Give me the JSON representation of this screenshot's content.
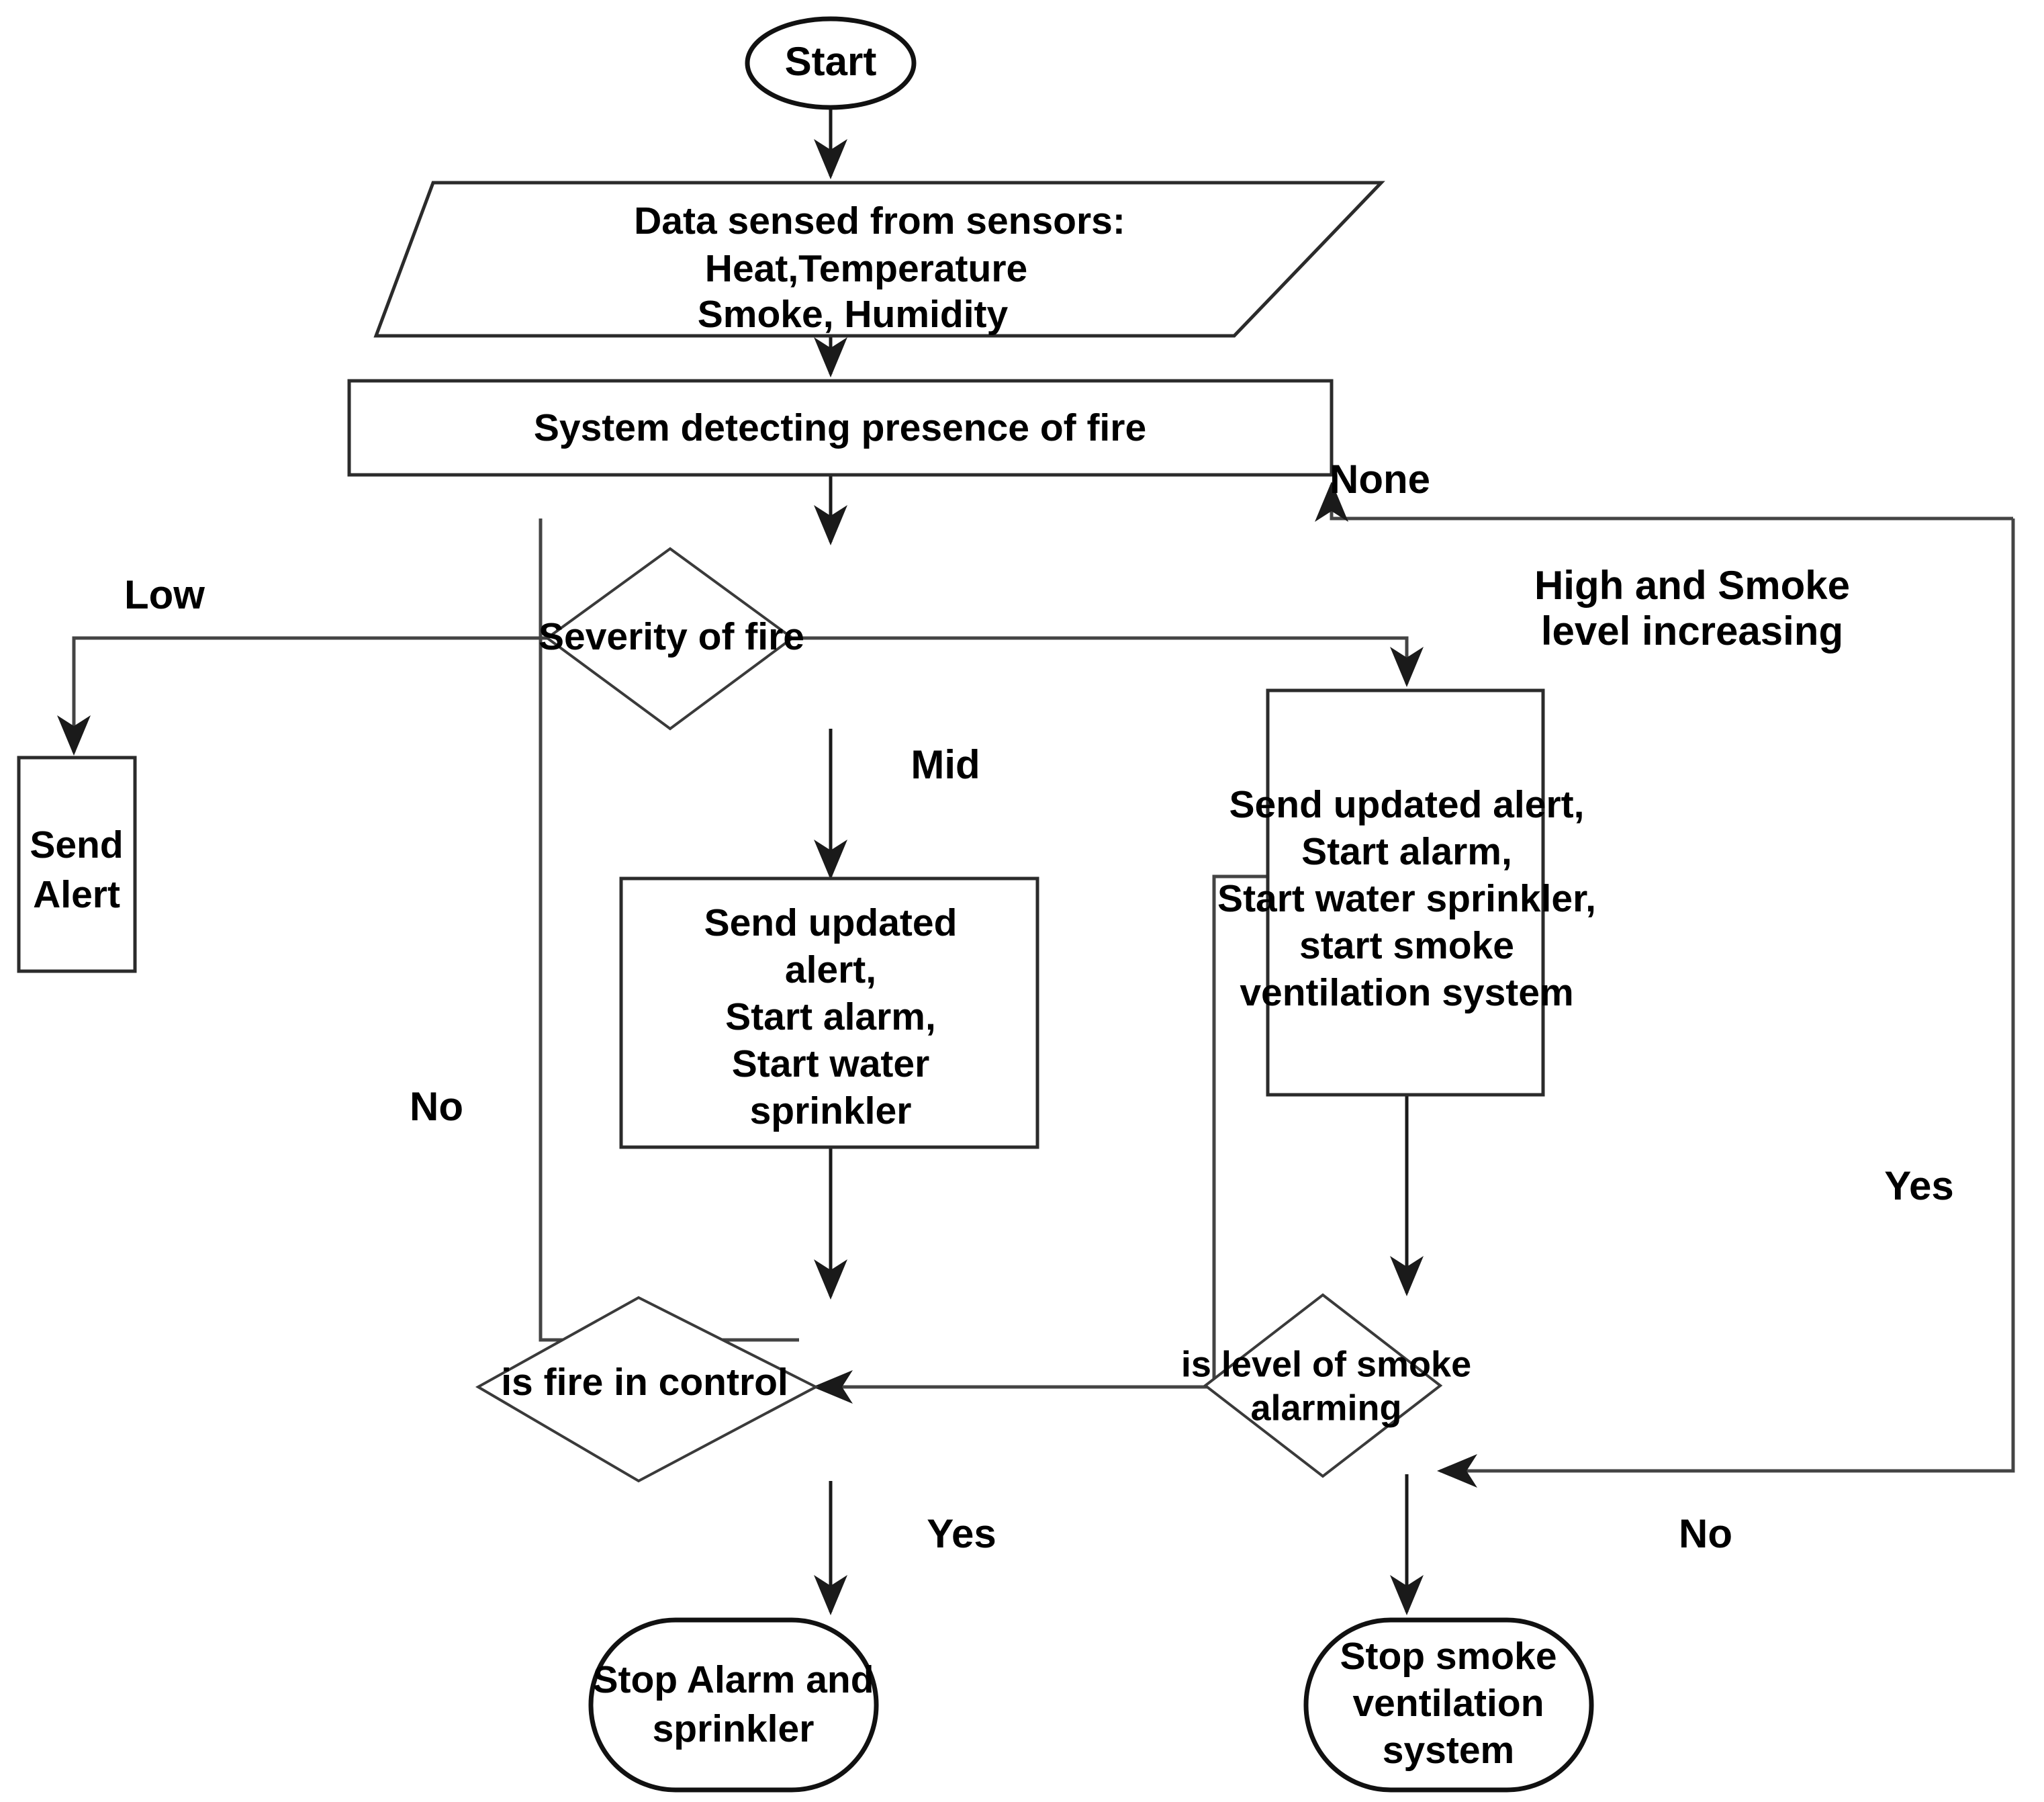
{
  "diagram": {
    "title": "Fire detection and response flowchart",
    "background_color": "#ffffff",
    "line_color": "#444444",
    "text_color": "#000000"
  },
  "nodes": {
    "start": {
      "label": "Start",
      "shape": "ellipse"
    },
    "sensor_input": {
      "shape": "parallelogram",
      "line1": "Data sensed from sensors:",
      "line2": "Heat,Temperature",
      "line3": "Smoke, Humidity"
    },
    "detect": {
      "label": "System detecting presence of fire",
      "shape": "rectangle"
    },
    "severity": {
      "label": "Severity of fire",
      "shape": "diamond"
    },
    "send_alert": {
      "shape": "rectangle",
      "line1": "Send",
      "line2": "Alert"
    },
    "mid_action": {
      "shape": "rectangle",
      "line1": "Send updated",
      "line2": "alert,",
      "line3": "Start alarm,",
      "line4": "Start water",
      "line5": "sprinkler"
    },
    "high_action": {
      "shape": "rectangle",
      "line1": "Send updated alert,",
      "line2": "Start alarm,",
      "line3": "Start water sprinkler,",
      "line4": "start smoke",
      "line5": "ventilation system"
    },
    "fire_in_control": {
      "label": "is fire in control",
      "shape": "diamond"
    },
    "smoke_alarming": {
      "shape": "diamond",
      "line1": "is level of smoke",
      "line2": "alarming"
    },
    "stop_alarm": {
      "shape": "rounded",
      "line1": "Stop Alarm and",
      "line2": "sprinkler"
    },
    "stop_smoke": {
      "shape": "rounded",
      "line1": "Stop smoke",
      "line2": "ventilation",
      "line3": "system"
    }
  },
  "edge_labels": {
    "none": "None",
    "low": "Low",
    "mid": "Mid",
    "high_smoke": {
      "line1": "High and Smoke",
      "line2": "level increasing"
    },
    "no_left": "No",
    "yes_left": "Yes",
    "yes_right": "Yes",
    "no_right": "No"
  }
}
